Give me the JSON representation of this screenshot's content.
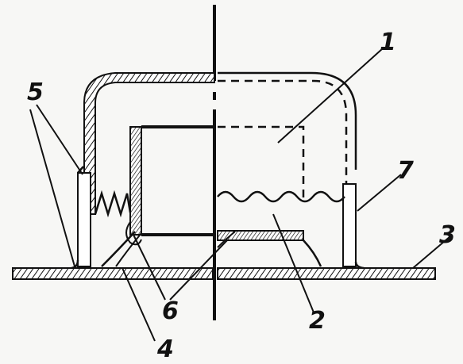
{
  "diagram": {
    "labels": {
      "one": "1",
      "two": "2",
      "three": "3",
      "four": "4",
      "five": "5",
      "six": "6",
      "seven": "7"
    }
  }
}
